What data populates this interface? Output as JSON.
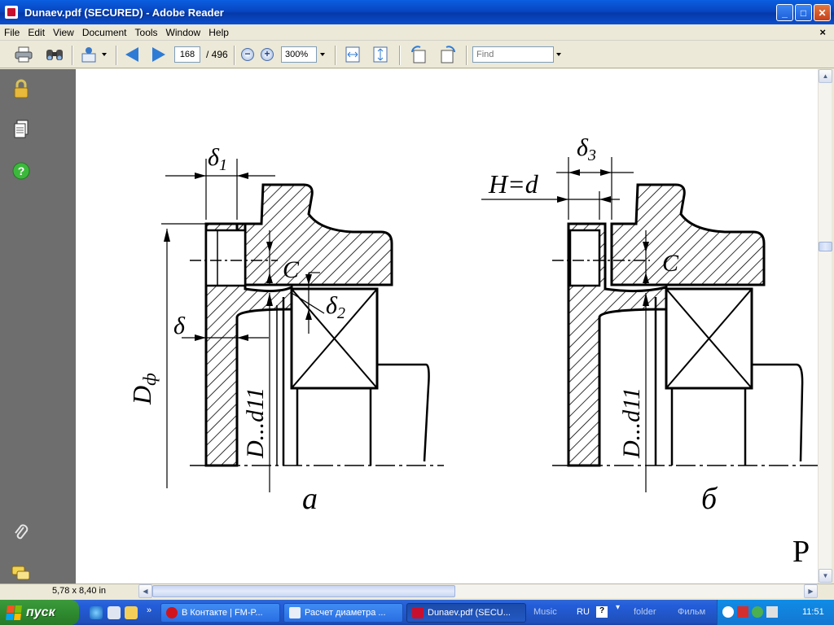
{
  "window": {
    "title": "Dunaev.pdf (SECURED) - Adobe Reader"
  },
  "menu": [
    "File",
    "Edit",
    "View",
    "Document",
    "Tools",
    "Window",
    "Help"
  ],
  "toolbar": {
    "page_current": "168",
    "page_total": "/ 496",
    "zoom": "300%",
    "find_placeholder": "Find"
  },
  "status": {
    "page_size": "5,78 x 8,40 in"
  },
  "drawing": {
    "labels": {
      "delta1_main": "δ",
      "delta1_sub": "1",
      "delta3_main": "δ",
      "delta3_sub": "3",
      "H_eq_d": "H=d",
      "C_a": "C",
      "C_b": "C",
      "delta2_main": "δ",
      "delta2_sub": "2",
      "delta": "δ",
      "D_phi_main": "D",
      "D_phi_sub": "ф",
      "Dd11_a": "D...d11",
      "Dd11_b": "D...d11",
      "fig_a": "a",
      "fig_b": "б",
      "edge_text": "Р"
    }
  },
  "taskbar": {
    "start": "пуск",
    "tasks": [
      "В Контакте | FM-P...",
      "Расчет диаметра ...",
      "Dunaev.pdf (SECU..."
    ],
    "quicklaunch": [
      "Music",
      "folder",
      "Фильм"
    ],
    "lang": "RU",
    "time": "11:51"
  },
  "colors": {
    "titlebar": "#0846c2",
    "navpane": "#6e6e6e",
    "start": "#2f8b2f",
    "taskbar": "#245edb"
  }
}
